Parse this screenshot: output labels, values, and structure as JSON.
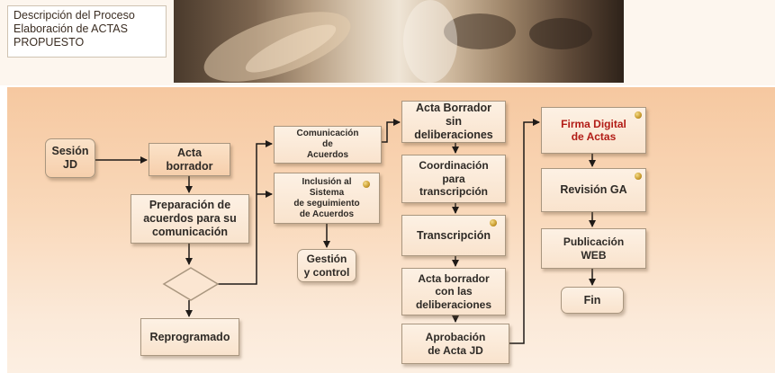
{
  "header": {
    "title_lines": [
      "Descripción del Proceso",
      "Elaboración de ACTAS",
      "PROPUESTO"
    ]
  },
  "nodes": {
    "sesion_jd": "Sesión\nJD",
    "acta_borrador": "Acta\nborrador",
    "preparacion": "Preparación de\nacuerdos para su\ncomunicación",
    "reprogramado": "Reprogramado",
    "comunicacion": "Comunicación\nde\nAcuerdos",
    "inclusion": "Inclusión al\nSistema\nde seguimiento\nde Acuerdos",
    "gestion": "Gestión\ny control",
    "acta_sin_delib": "Acta Borrador\nsin\ndeliberaciones",
    "coordinacion": "Coordinación\npara\ntranscripción",
    "transcripcion": "Transcripción",
    "acta_con_delib": "Acta borrador\ncon las\ndeliberaciones",
    "aprobacion": "Aprobación\nde Acta JD",
    "firma_digital": "Firma Digital\nde Actas",
    "revision_ga": "Revisión GA",
    "publicacion": "Publicación\nWEB",
    "fin": "Fin"
  },
  "colors": {
    "highlight_text": "#b21c16",
    "marker": "#c89a2c"
  }
}
